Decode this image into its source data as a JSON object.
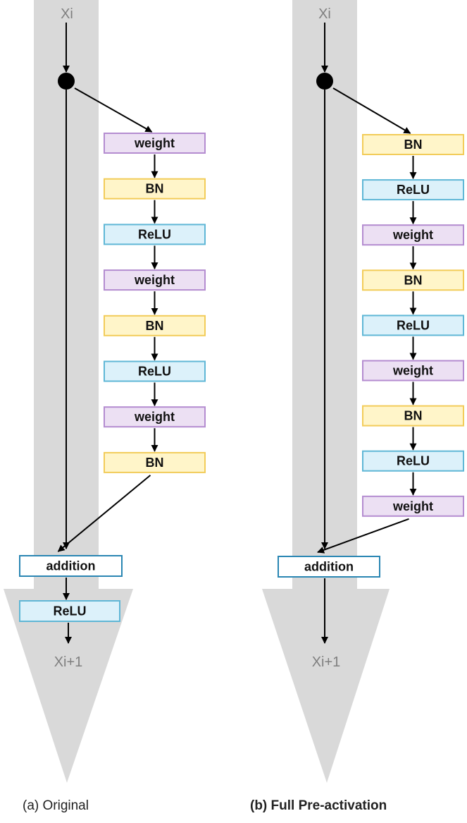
{
  "colors": {
    "band": "#d9d9d9",
    "weight_fill": "#ece0f3",
    "weight_border": "#b48cd0",
    "bn_fill": "#fff5c9",
    "bn_border": "#f2cc59",
    "relu_fill": "#dcf1fa",
    "relu_border": "#5fb7d6",
    "addition_border": "#2a86b3",
    "io_text": "#7f7f7f",
    "arrow": "#000000"
  },
  "panels": [
    {
      "id": "a",
      "input_label": "Xi",
      "output_label": "Xi+1",
      "blocks": [
        {
          "label": "weight",
          "kind": "weight"
        },
        {
          "label": "BN",
          "kind": "bn"
        },
        {
          "label": "ReLU",
          "kind": "relu"
        },
        {
          "label": "weight",
          "kind": "weight"
        },
        {
          "label": "BN",
          "kind": "bn"
        },
        {
          "label": "ReLU",
          "kind": "relu"
        },
        {
          "label": "weight",
          "kind": "weight"
        },
        {
          "label": "BN",
          "kind": "bn"
        }
      ],
      "merge_label": "addition",
      "post_blocks": [
        {
          "label": "ReLU",
          "kind": "relu"
        }
      ],
      "caption": "(a) Original"
    },
    {
      "id": "b",
      "input_label": "Xi",
      "output_label": "Xi+1",
      "blocks": [
        {
          "label": "BN",
          "kind": "bn"
        },
        {
          "label": "ReLU",
          "kind": "relu"
        },
        {
          "label": "weight",
          "kind": "weight"
        },
        {
          "label": "BN",
          "kind": "bn"
        },
        {
          "label": "ReLU",
          "kind": "relu"
        },
        {
          "label": "weight",
          "kind": "weight"
        },
        {
          "label": "BN",
          "kind": "bn"
        },
        {
          "label": "ReLU",
          "kind": "relu"
        },
        {
          "label": "weight",
          "kind": "weight"
        }
      ],
      "merge_label": "addition",
      "post_blocks": [],
      "caption": "(b) Full Pre-activation"
    }
  ]
}
